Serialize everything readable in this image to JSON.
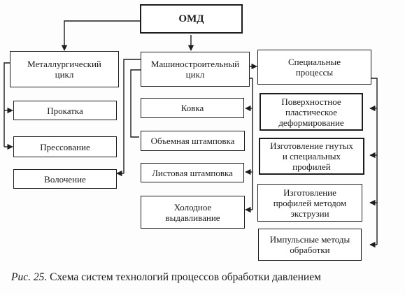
{
  "root": "ОМД",
  "groups": {
    "metallurgical": {
      "title": "Металлургический\nцикл",
      "items": [
        "Прокатка",
        "Прессование",
        "Волочение"
      ]
    },
    "machine_building": {
      "title": "Машиностроительный\nцикл",
      "items": [
        "Ковка",
        "Объемная штамповка",
        "Листовая штамповка",
        "Холодное\nвыдавливание"
      ]
    },
    "special": {
      "title": "Специальные\nпроцессы",
      "items": [
        "Поверхностное\nпластическое\nдеформирование",
        "Изготовление гнутых\nи специальных\nпрофилей",
        "Изготовление\nпрофилей методом\nэкструзии",
        "Импульсные методы\nобработки"
      ]
    }
  },
  "caption": {
    "figure_ref": "Рис. 25.",
    "text": "Схема систем технологий процессов обработки давлением"
  }
}
